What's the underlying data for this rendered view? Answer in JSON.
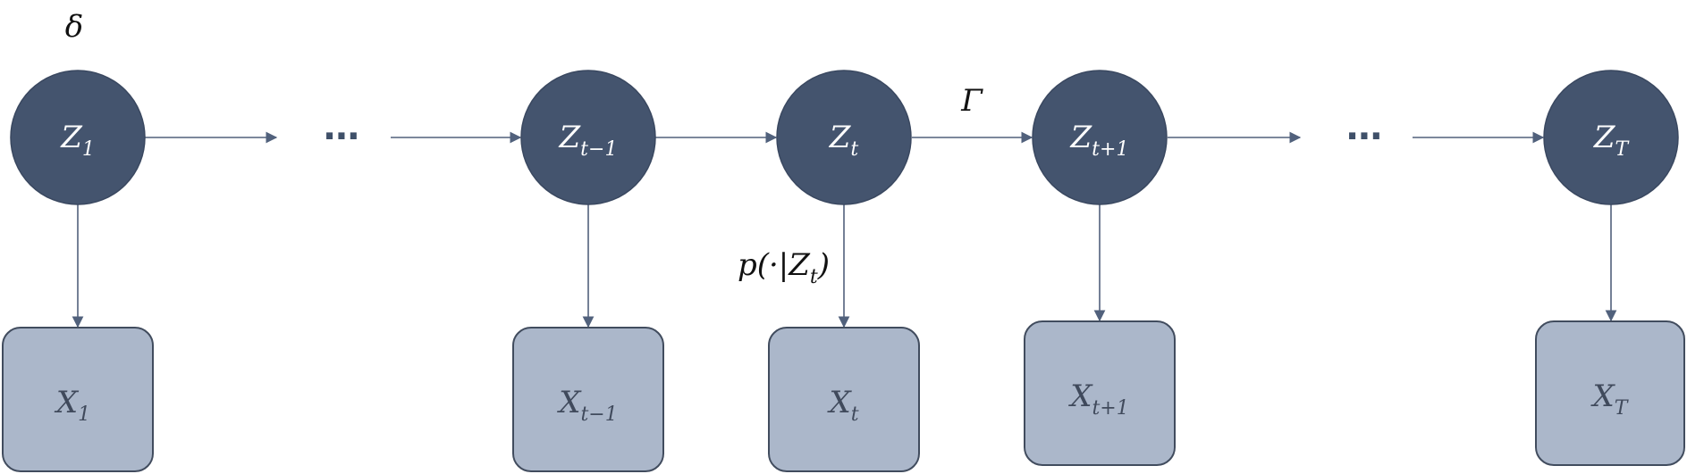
{
  "colors": {
    "hidden_fill": "#44546e",
    "observed_fill": "#abb7ca",
    "observed_stroke": "#414c5e",
    "edge": "#51617c"
  },
  "labels": {
    "initial": "δ",
    "transition": "Γ",
    "emission": "p(·|Z",
    "emission_sub": "t",
    "emission_close": ")"
  },
  "ellipsis": "⋯",
  "hidden_nodes": [
    {
      "base": "Z",
      "sub": "1"
    },
    {
      "base": "Z",
      "sub": "t−1"
    },
    {
      "base": "Z",
      "sub": "t"
    },
    {
      "base": "Z",
      "sub": "t+1"
    },
    {
      "base": "Z",
      "sub": "T"
    }
  ],
  "observed_nodes": [
    {
      "base": "X",
      "sub": "1"
    },
    {
      "base": "X",
      "sub": "t−1"
    },
    {
      "base": "X",
      "sub": "t"
    },
    {
      "base": "X",
      "sub": "t+1"
    },
    {
      "base": "X",
      "sub": "T"
    }
  ]
}
